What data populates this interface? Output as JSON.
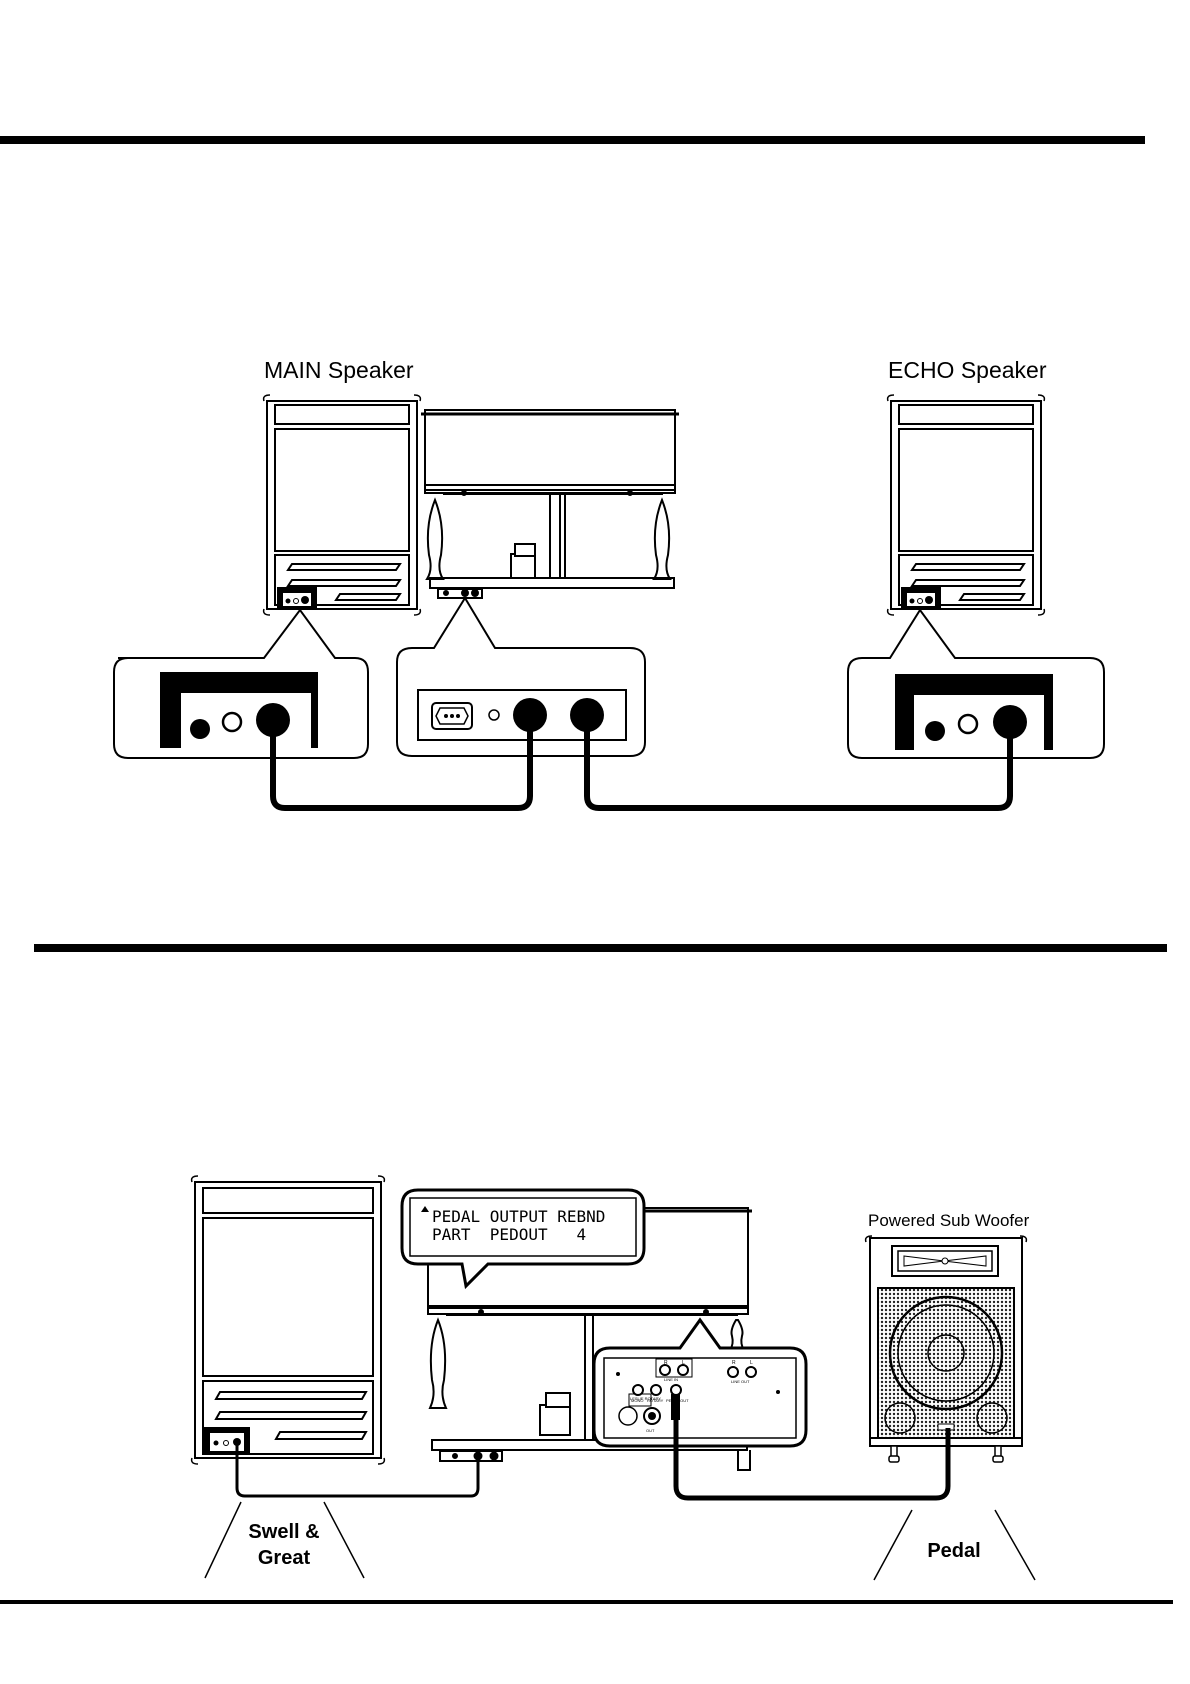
{
  "top_diagram": {
    "main_speaker_label": "MAIN Speaker",
    "echo_speaker_label": "ECHO Speaker"
  },
  "bottom_diagram": {
    "lcd_line1": "PEDAL OUTPUT REBND",
    "lcd_line2": "PART  PEDOUT   4",
    "subwoofer_label": "Powered Sub Woofer",
    "swell_great_line1": "Swell &",
    "swell_great_line2": "Great",
    "pedal_label": "Pedal",
    "panel_labels": {
      "leslie_rotary": "LESLIE ROTARY",
      "line_in": "LINE IN",
      "line_out": "LINE OUT",
      "r": "R",
      "l": "L",
      "r2": "R",
      "l2": "L",
      "mono": "MONO",
      "rotary": "ROTARY",
      "pedal_out": "PEDAL OUT",
      "out": "OUT"
    }
  },
  "colors": {
    "ink": "#000000",
    "paper": "#ffffff",
    "lcd": "#ffffff",
    "speaker_grille": "#8a8a8a"
  }
}
